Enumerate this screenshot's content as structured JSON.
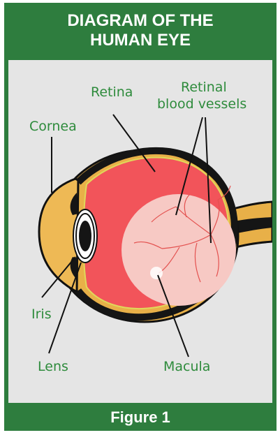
{
  "header": {
    "line1": "DIAGRAM OF THE",
    "line2": "HUMAN EYE"
  },
  "labels": {
    "retina": "Retina",
    "retinal_line1": "Retinal",
    "retinal_line2": "blood vessels",
    "cornea": "Cornea",
    "iris": "Iris",
    "lens": "Lens",
    "macula": "Macula"
  },
  "footer": {
    "caption": "Figure 1"
  },
  "colors": {
    "brand_green": "#2e7d3e",
    "label_green": "#2e8b3c",
    "panel_gray": "#e5e5e5",
    "retina_red": "#f2545a",
    "sclera_tan": "#e8b048"
  }
}
